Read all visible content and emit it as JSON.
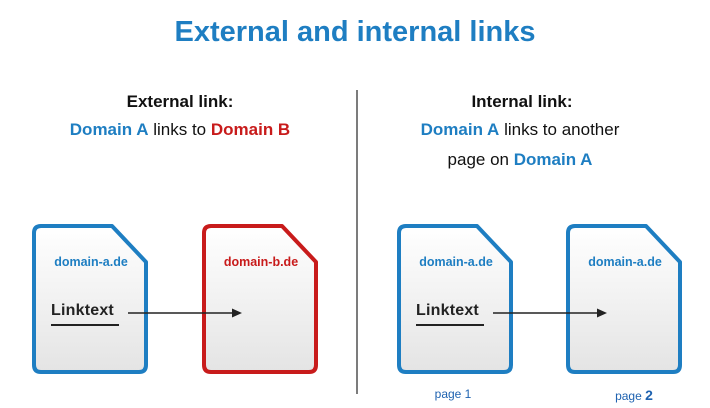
{
  "title": "External and internal links",
  "external": {
    "heading": "External link:",
    "desc_domain_a": "Domain A",
    "desc_links_to": " links to ",
    "desc_domain_b": "Domain B",
    "source_domain": "domain-a.de",
    "target_domain": "domain-b.de",
    "link_text": "Linktext"
  },
  "internal": {
    "heading": "Internal link:",
    "desc_domain_a": "Domain A",
    "desc_links_to": " links to another",
    "desc_line2": "page on ",
    "desc_domain_a2": "Domain A",
    "source_domain": "domain-a.de",
    "target_domain": "domain-a.de",
    "link_text": "Linktext",
    "page1_prefix": "page ",
    "page1_number": "1",
    "page2_prefix": "page ",
    "page2_number": "2"
  },
  "colors": {
    "blue": "#1e7ec2",
    "red": "#c81b1b",
    "doc_fill": "#f1f1f1"
  }
}
